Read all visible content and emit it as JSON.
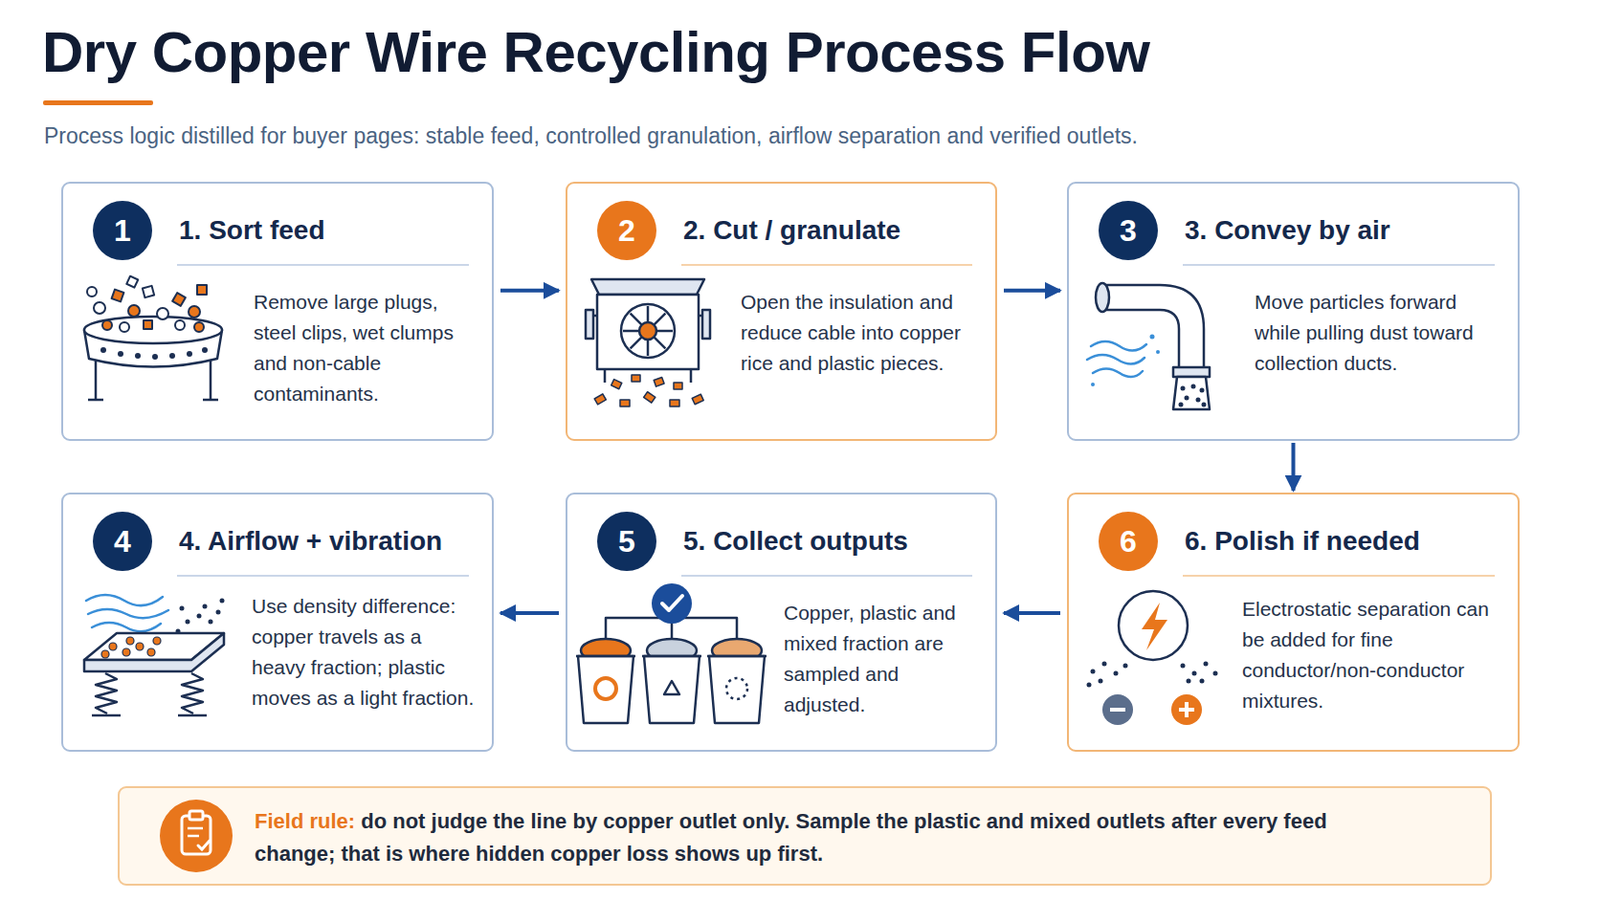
{
  "diagram": {
    "title": "Dry Copper Wire Recycling Process Flow",
    "caption": "Process logic distilled for buyer pages: stable feed, controlled granulation, airflow separation and verified outlets.",
    "nodes": [
      {
        "text": [
          "1. Sort feed",
          "Remove large plugs, steel clips, wet clumps and non-cable contaminants."
        ]
      },
      {
        "text": [
          "1"
        ],
        "in": 0
      },
      {
        "text": [
          "2. Cut / granulate",
          "Open the insulation and reduce cable into copper rice and plastic pieces."
        ]
      },
      {
        "text": [
          "2"
        ],
        "in": 2
      },
      {
        "text": [
          "3. Convey by air",
          "Move particles forward while pulling dust toward collection ducts."
        ]
      },
      {
        "text": [
          "3"
        ],
        "in": 4
      },
      {
        "text": [
          "4. Airflow + vibration",
          "Use density difference: copper travels as a heavy fraction; plastic moves as a light fraction."
        ]
      },
      {
        "text": [
          "4"
        ],
        "in": 6
      },
      {
        "text": [
          "5. Collect outputs",
          "Copper, plastic and mixed fraction are sampled and adjusted."
        ]
      },
      {
        "text": [
          "5"
        ],
        "in": 8
      },
      {
        "text": [
          "6. Polish if needed",
          "Electrostatic separation can be added for fine conductor/non-conductor mixtures."
        ]
      },
      {
        "text": [
          "6"
        ],
        "in": 10
      },
      {
        "text": [
          "Field rule:",
          "do not judge the line by copper outlet only. Sample the plastic and mixed outlets after every feed change; that is where hidden copper loss shows up first."
        ]
      }
    ],
    "edges": [
      {
        "from": 0,
        "to": 2,
        "arrow": "to"
      },
      {
        "from": 2,
        "to": 4,
        "arrow": "to"
      },
      {
        "from": 4,
        "to": 10,
        "arrow": "to"
      },
      {
        "from": 10,
        "to": 8,
        "arrow": "to"
      },
      {
        "from": 8,
        "to": 6,
        "arrow": "to"
      }
    ]
  }
}
